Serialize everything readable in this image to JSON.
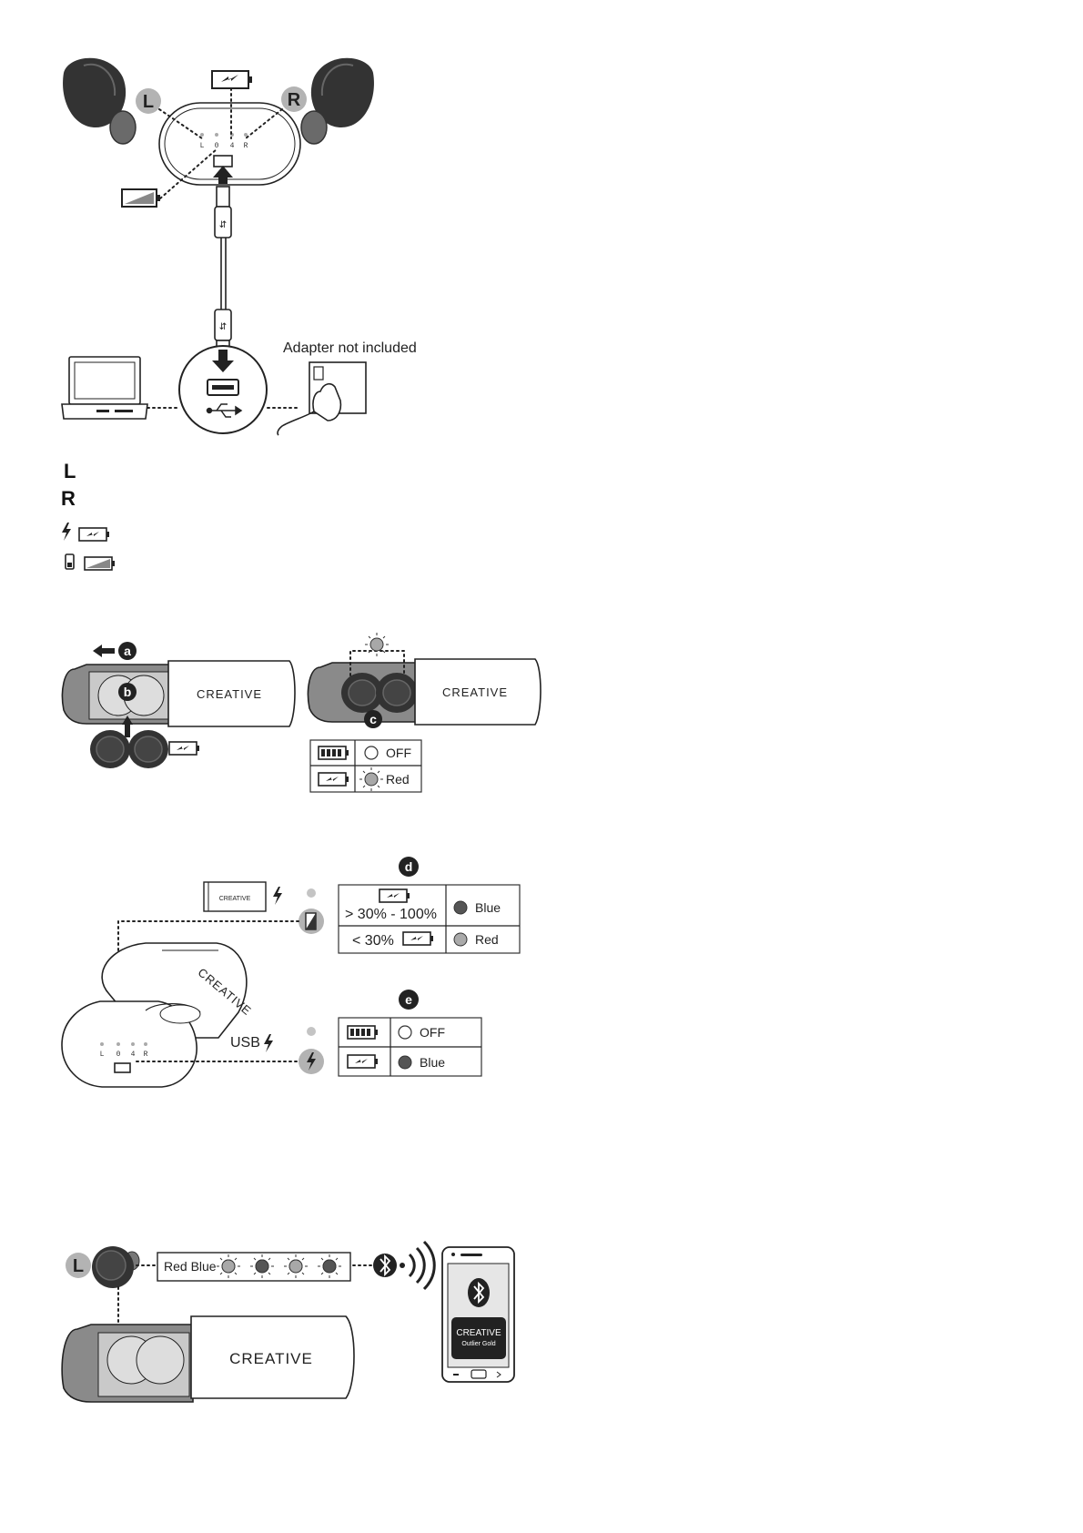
{
  "section1": {
    "badge_left": "L",
    "badge_right": "R",
    "case_led_labels": [
      "L",
      "0",
      "4",
      "R"
    ],
    "adapter_note": "Adapter not included",
    "legend": [
      {
        "label": "L",
        "icon": "none"
      },
      {
        "label": "R",
        "icon": "none"
      },
      {
        "label": "",
        "icon": "lightning-battery-charging-icon"
      },
      {
        "label": "",
        "icon": "phone-battery-low-icon"
      }
    ]
  },
  "section2": {
    "badge_a": "a",
    "badge_b": "b",
    "badge_c": "c",
    "brand_left": "CREATIVE",
    "brand_right": "CREATIVE",
    "table": [
      {
        "icon": "battery-full-icon",
        "circle": "empty",
        "text": "OFF"
      },
      {
        "icon": "battery-charging-icon",
        "circle": "sun-dot",
        "text": "Red"
      }
    ]
  },
  "section3": {
    "badge_d": "d",
    "badge_e": "e",
    "card_brand": "CREATIVE",
    "case_brand": "CREATIVE",
    "usb_label": "USB",
    "case_led_labels": [
      "L",
      "0",
      "4",
      "R"
    ],
    "table_d": [
      {
        "label": "> 30% - 100%",
        "circle_color": "#555555",
        "text": "Blue"
      },
      {
        "label": "< 30%",
        "circle_color": "#aaaaaa",
        "text": "Red"
      }
    ],
    "table_e": [
      {
        "icon": "battery-full-icon",
        "circle": "empty",
        "text": "OFF"
      },
      {
        "icon": "battery-charging-icon",
        "circle_color": "#555555",
        "text": "Blue"
      }
    ]
  },
  "section4": {
    "badge_l": "L",
    "led_sequence_label": "Red Blue",
    "led_colors": [
      "#a8a8a8",
      "#555555",
      "#a8a8a8",
      "#555555"
    ],
    "brand": "CREATIVE",
    "phone_brand": "CREATIVE",
    "phone_model": "Outlier Gold"
  }
}
